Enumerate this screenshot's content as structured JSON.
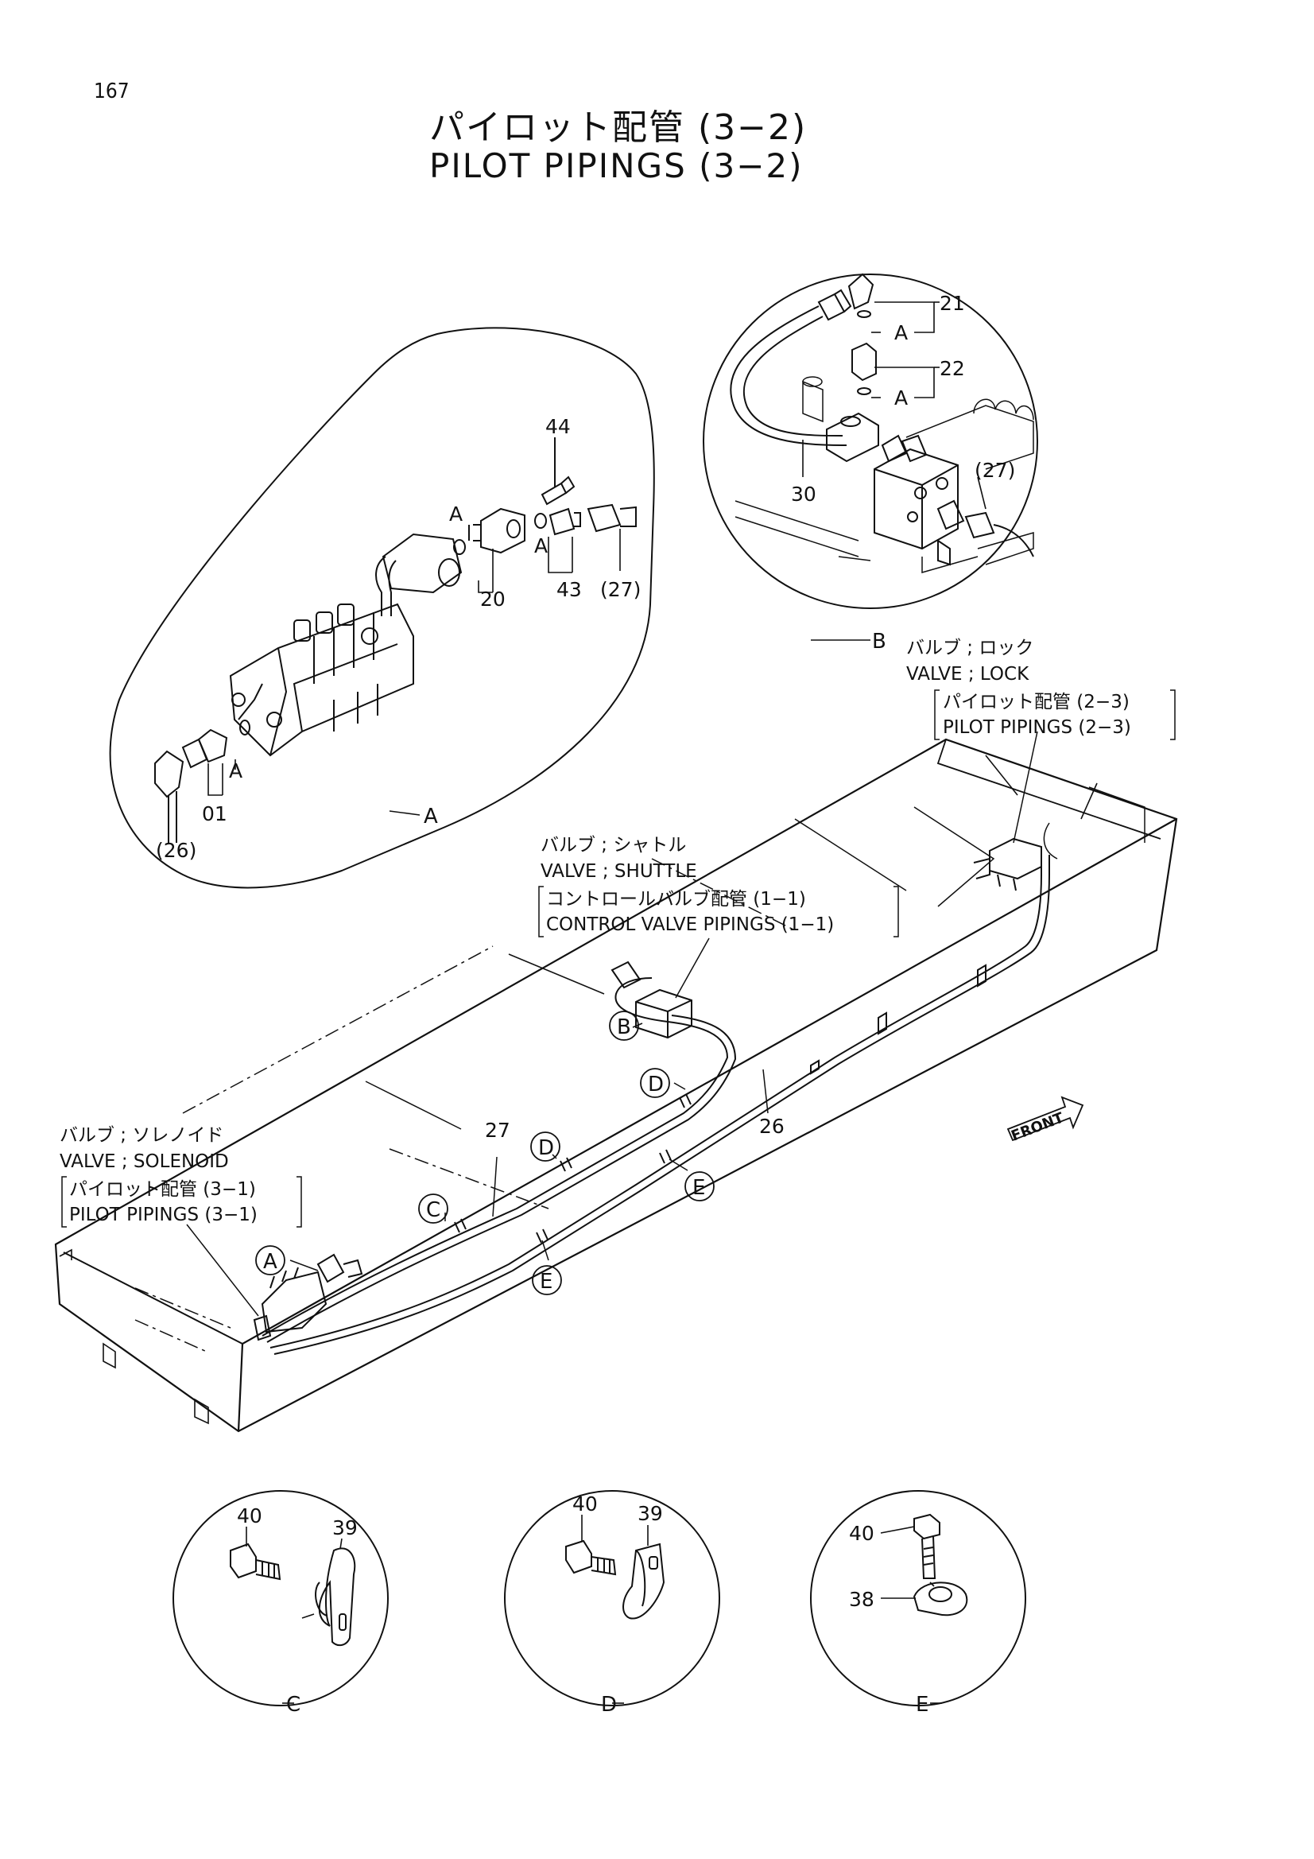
{
  "page_number": "167",
  "title_jp": "パイロット配管 (3−2)",
  "title_en": "PILOT PIPINGS (3−2)",
  "detail_a": {
    "label": "A",
    "parts": [
      "44",
      "20",
      "43",
      "(27)",
      "01",
      "(26)"
    ],
    "oring_refs": [
      "A",
      "A",
      "A"
    ]
  },
  "detail_b": {
    "label": "B",
    "parts": [
      "21",
      "22",
      "30",
      "(27)"
    ],
    "oring_refs": [
      "A",
      "A"
    ]
  },
  "main": {
    "callouts": {
      "lock": [
        "バルブ ; ロック",
        "VALVE ; LOCK",
        "パイロット配管 (2−3)",
        "PILOT PIPINGS (2−3)"
      ],
      "shuttle": [
        "バルブ ; シャトル",
        "VALVE ; SHUTTLE",
        "コントロールバルブ配管 (1−1)",
        "CONTROL VALVE PIPINGS (1−1)"
      ],
      "solenoid": [
        "バルブ ; ソレノイド",
        "VALVE ; SOLENOID",
        "パイロット配管 (3−1)",
        "PILOT PIPINGS (3−1)"
      ]
    },
    "part_27": "27",
    "part_26": "26",
    "front": "FRONT",
    "markers": [
      "A",
      "B",
      "C",
      "D",
      "D",
      "E",
      "E"
    ]
  },
  "detail_c": {
    "label": "C",
    "parts": [
      "40",
      "39"
    ]
  },
  "detail_d": {
    "label": "D",
    "parts": [
      "40",
      "39"
    ]
  },
  "detail_e": {
    "label": "E",
    "parts": [
      "40",
      "38"
    ]
  }
}
